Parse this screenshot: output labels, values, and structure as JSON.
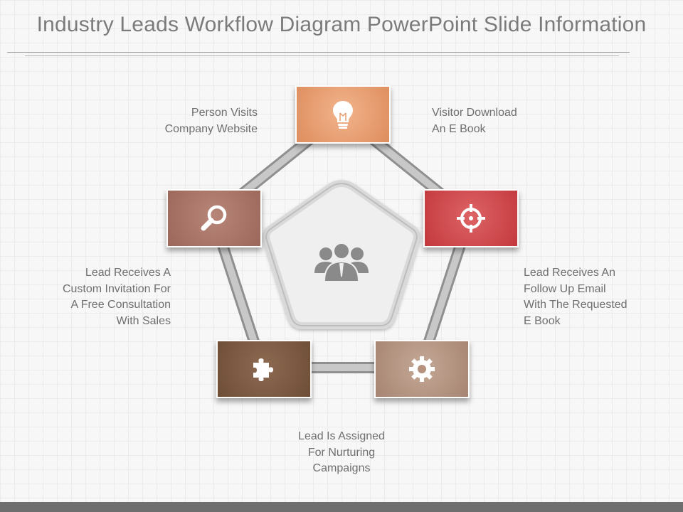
{
  "title": "Industry Leads Workflow Diagram PowerPoint Slide Information",
  "colors": {
    "top": "#e79a6d",
    "right": "#cc4a4d",
    "bottom_right": "#b59684",
    "bottom_left": "#7e5b44",
    "left": "#a9756a",
    "connector": "#a9a9a9"
  },
  "steps": [
    {
      "id": "top",
      "icon": "lightbulb-icon",
      "lines": [
        "Visitor Download",
        "An E Book"
      ]
    },
    {
      "id": "right",
      "icon": "target-icon",
      "lines": [
        "Lead Receives An",
        "Follow Up Email",
        "With The Requested",
        "E Book"
      ]
    },
    {
      "id": "bottom_right",
      "icon": "gear-icon",
      "lines": [
        "Lead Is Assigned",
        "For Nurturing",
        "Campaigns"
      ]
    },
    {
      "id": "bottom_left",
      "icon": "puzzle-icon",
      "lines": []
    },
    {
      "id": "left",
      "icon": "magnifier-icon",
      "lines": [
        "Lead Receives A",
        "Custom Invitation For",
        "A Free Consultation",
        "With Sales"
      ]
    }
  ],
  "top_left_label": [
    "Person Visits",
    "Company Website"
  ],
  "center_icon": "people-group-icon"
}
